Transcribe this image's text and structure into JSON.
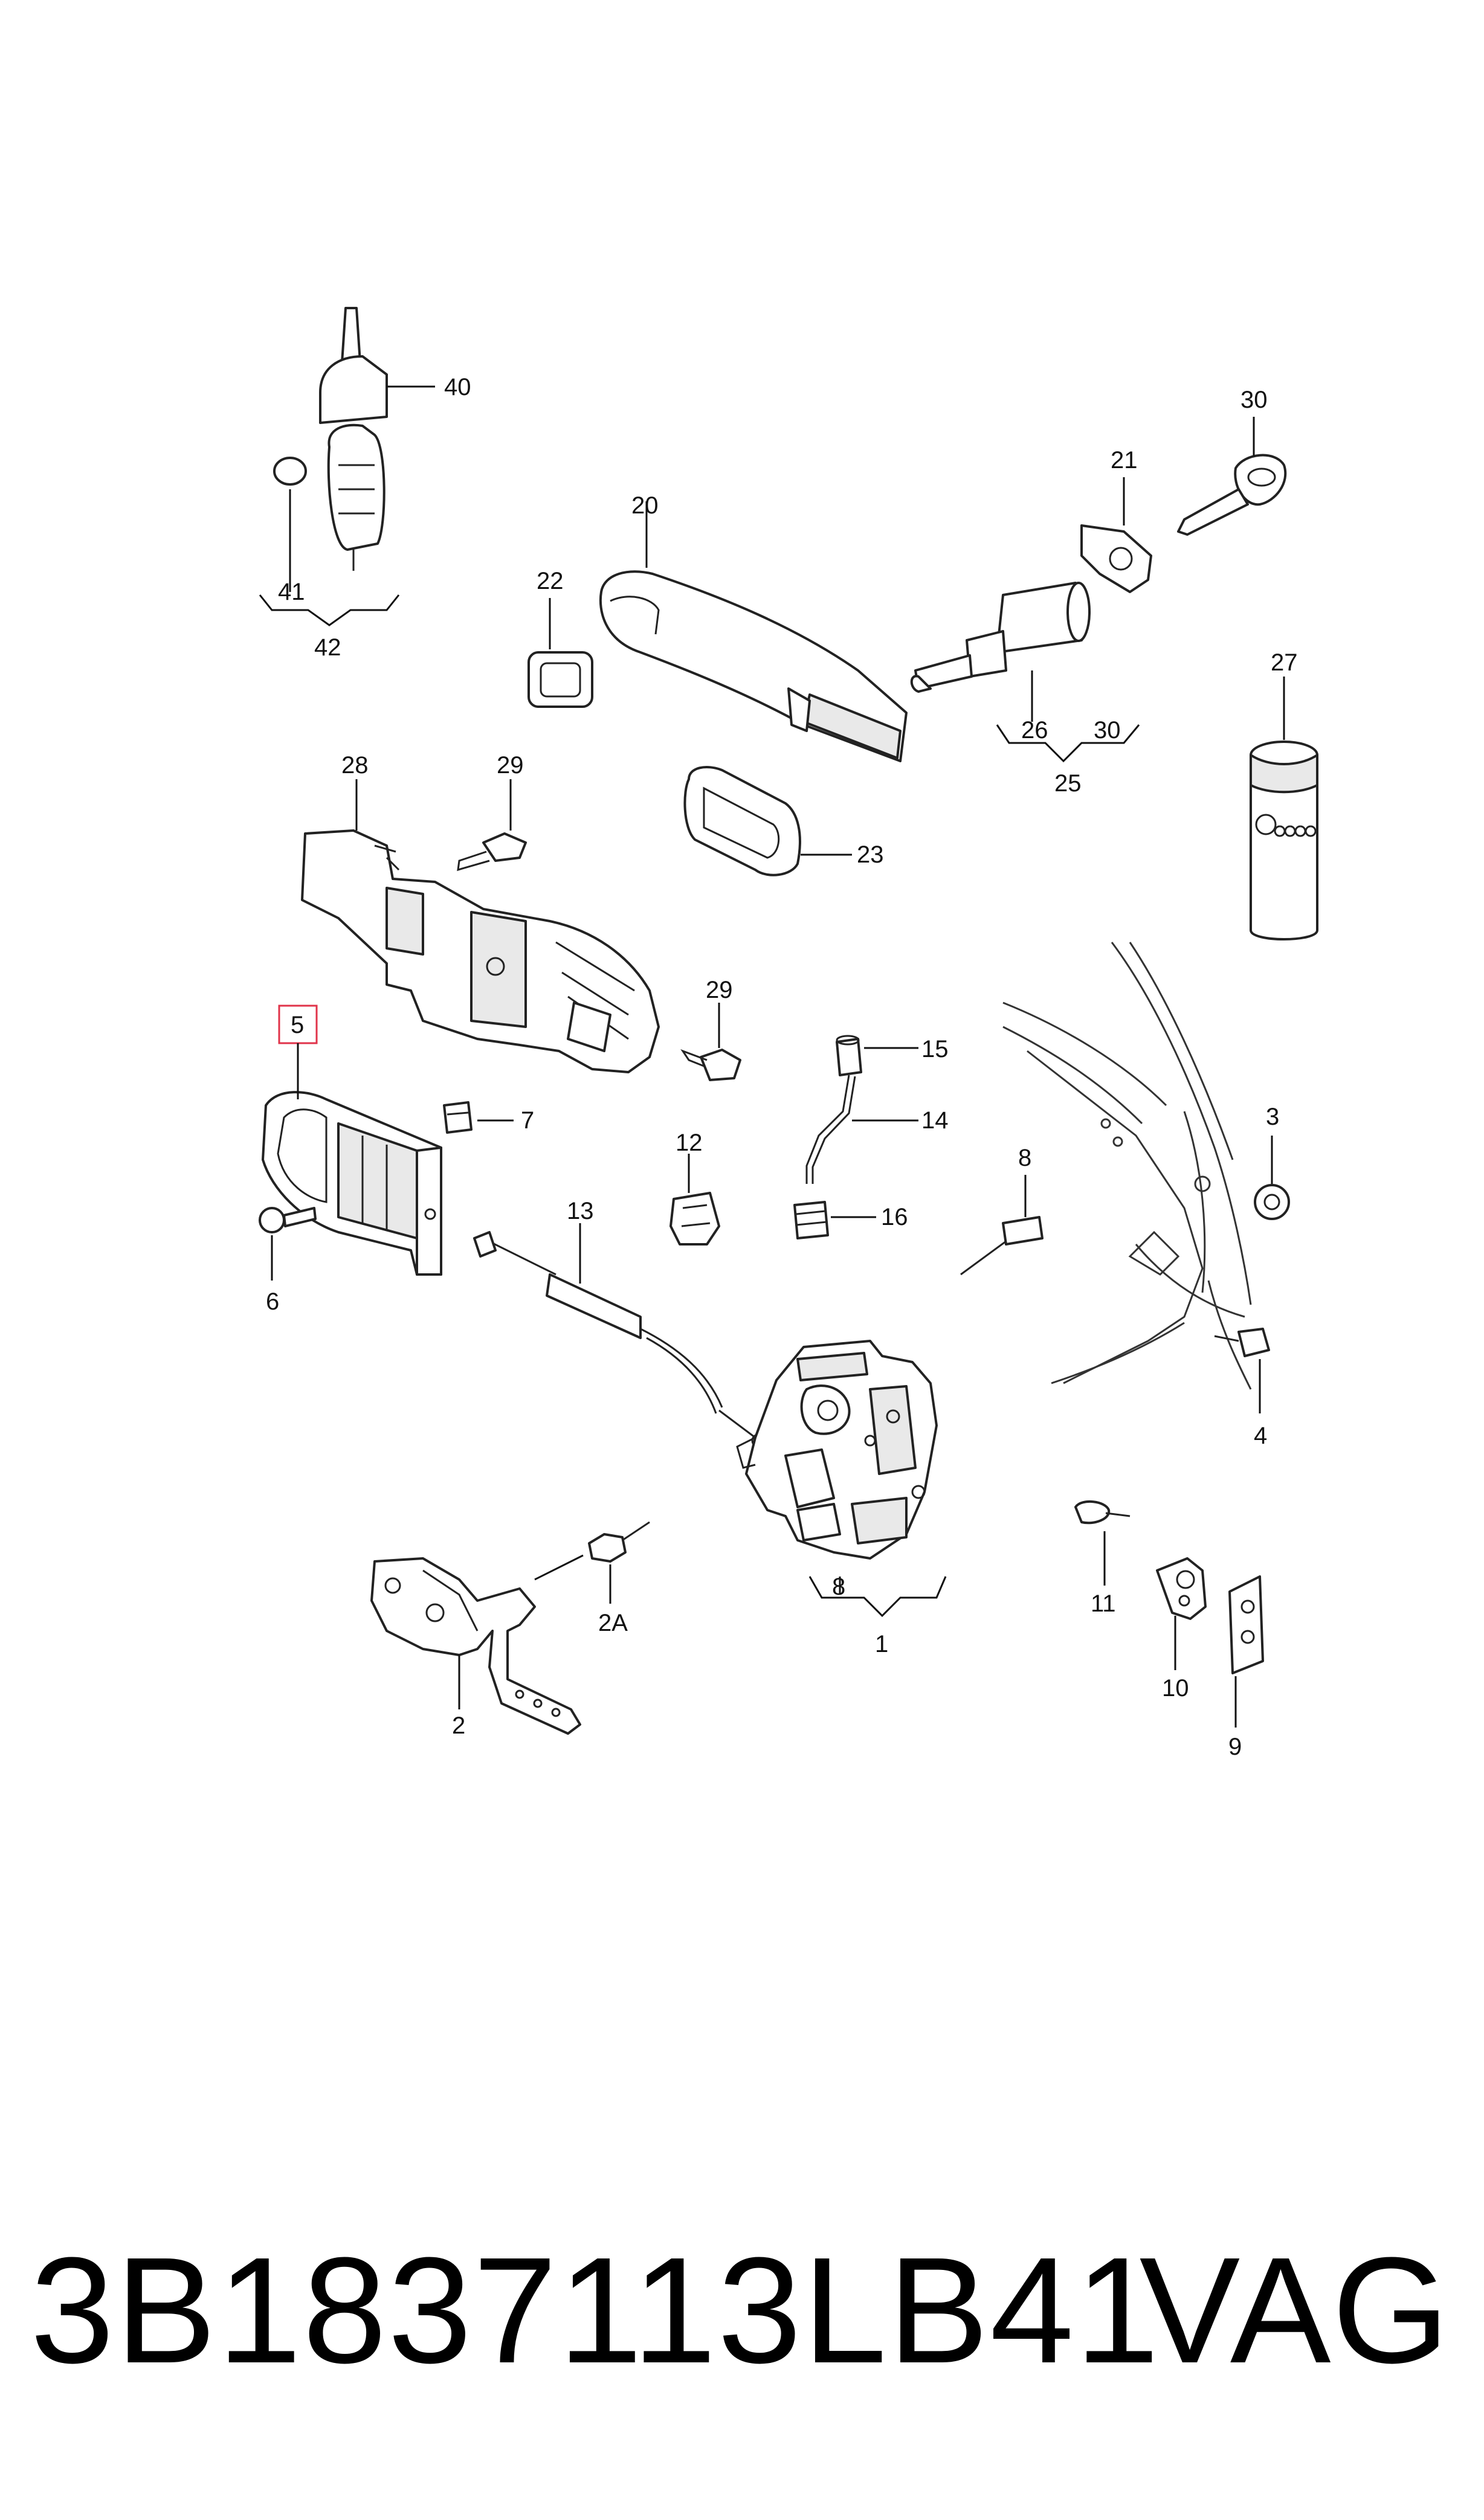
{
  "diagram": {
    "highlight_color": "#e0334a",
    "labels": {
      "l1": "1",
      "l2": "2",
      "l2a": "2A",
      "l3": "3",
      "l4": "4",
      "l5": "5",
      "l6": "6",
      "l7": "7",
      "l8a": "8",
      "l8b": "8",
      "l9": "9",
      "l10": "10",
      "l11": "11",
      "l12": "12",
      "l13": "13",
      "l14": "14",
      "l15": "15",
      "l16": "16",
      "l20": "20",
      "l21": "21",
      "l22": "22",
      "l23": "23",
      "l25": "25",
      "l26": "26",
      "l27": "27",
      "l28": "28",
      "l29a": "29",
      "l29b": "29",
      "l30a": "30",
      "l30b": "30",
      "l40": "40",
      "l41": "41",
      "l42": "42"
    }
  },
  "footer": {
    "part_number": "3B1837113LB41",
    "brand": "VAG"
  }
}
